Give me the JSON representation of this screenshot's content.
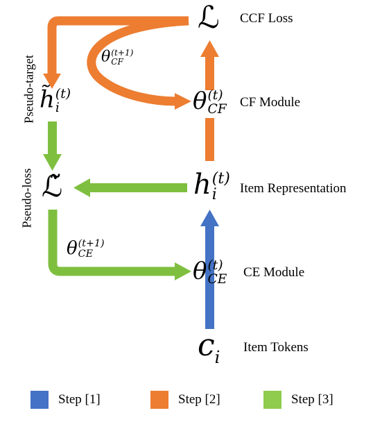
{
  "nodes": {
    "ccf_loss": {
      "symbol": "ℒ",
      "label": "CCF Loss"
    },
    "cf_module": {
      "symbol": "θ",
      "sup": "(t)",
      "sub": "CF",
      "label": "CF Module"
    },
    "item_rep": {
      "symbol": "h",
      "sup": "(t)",
      "sub": "i",
      "label": "Item Representation"
    },
    "ce_module": {
      "symbol": "θ",
      "sup": "(t)",
      "sub": "CE",
      "label": "CE Module"
    },
    "item_tokens": {
      "symbol": "c",
      "sub": "i",
      "label": "Item Tokens"
    },
    "pseudo_target": {
      "symbol": "h̃",
      "sup": "(t)",
      "sub": "i"
    },
    "pseudo_loss": {
      "symbol": "ℒ̃"
    }
  },
  "side_labels": {
    "pseudo_target": "Pseudo-target",
    "pseudo_loss": "Pseudo-loss"
  },
  "edge_labels": {
    "theta_cf_next": {
      "symbol": "θ",
      "sup": "(t+1)",
      "sub": "CF"
    },
    "theta_ce_next": {
      "symbol": "θ",
      "sup": "(t+1)",
      "sub": "CE"
    }
  },
  "legend": [
    {
      "label": "Step [1]",
      "color": "#4472c4"
    },
    {
      "label": "Step [2]",
      "color": "#ed7d31"
    },
    {
      "label": "Step [3]",
      "color": "#8fcb4c"
    }
  ],
  "colors": {
    "step1": "#4472c4",
    "step2": "#ed7d31",
    "step3": "#7fbf3f"
  }
}
